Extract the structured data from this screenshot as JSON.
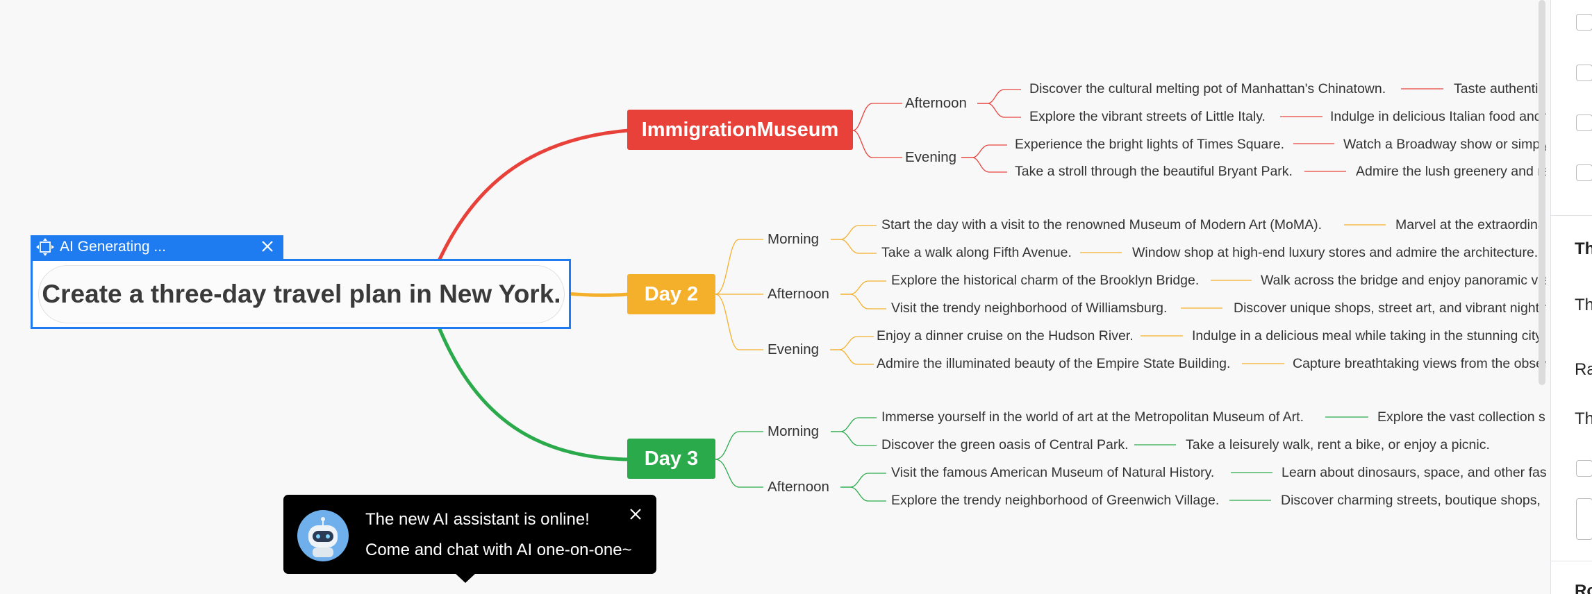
{
  "ai_status": {
    "label": "AI Generating ...",
    "close_glyph": "✕"
  },
  "root": {
    "text": "Create a three-day travel plan in New York."
  },
  "colors": {
    "red": "#e8413a",
    "orange": "#f5b02b",
    "green": "#2aaa4a",
    "blue": "#1e7cf0"
  },
  "branches": [
    {
      "id": "museum",
      "label": "ImmigrationMuseum",
      "color": "#e8413a",
      "sections": [
        {
          "label": "Afternoon",
          "items": [
            {
              "text": "Discover the cultural melting pot of Manhattan's Chinatown.",
              "detail": "Taste authentic"
            },
            {
              "text": "Explore the vibrant streets of Little Italy.",
              "detail": "Indulge in delicious Italian food and v"
            }
          ]
        },
        {
          "label": "Evening",
          "items": [
            {
              "text": "Experience the bright lights of Times Square.",
              "detail": "Watch a Broadway show or simply"
            },
            {
              "text": "Take a stroll through the beautiful Bryant Park.",
              "detail": "Admire the lush greenery and re"
            }
          ]
        }
      ]
    },
    {
      "id": "day2",
      "label": "Day 2",
      "color": "#f5b02b",
      "sections": [
        {
          "label": "Morning",
          "items": [
            {
              "text": "Start the day with a visit to the renowned Museum of Modern Art (MoMA).",
              "detail": "Marvel at the extraordinar"
            },
            {
              "text": "Take a walk along Fifth Avenue.",
              "detail": "Window shop at high-end luxury stores and admire the architecture."
            }
          ]
        },
        {
          "label": "Afternoon",
          "items": [
            {
              "text": "Explore the historical charm of the Brooklyn Bridge.",
              "detail": "Walk across the bridge and enjoy panoramic view"
            },
            {
              "text": "Visit the trendy neighborhood of Williamsburg.",
              "detail": "Discover unique shops, street art, and vibrant nightlif"
            }
          ]
        },
        {
          "label": "Evening",
          "items": [
            {
              "text": "Enjoy a dinner cruise on the Hudson River.",
              "detail": "Indulge in a delicious meal while taking in the stunning city s"
            },
            {
              "text": "Admire the illuminated beauty of the Empire State Building.",
              "detail": "Capture breathtaking views from the obser"
            }
          ]
        }
      ]
    },
    {
      "id": "day3",
      "label": "Day 3",
      "color": "#2aaa4a",
      "sections": [
        {
          "label": "Morning",
          "items": [
            {
              "text": "Immerse yourself in the world of art at the Metropolitan Museum of Art.",
              "detail": "Explore the vast collection sp"
            },
            {
              "text": "Discover the green oasis of Central Park.",
              "detail": "Take a leisurely walk, rent a bike, or enjoy a picnic."
            }
          ]
        },
        {
          "label": "Afternoon",
          "items": [
            {
              "text": "Visit the famous American Museum of Natural History.",
              "detail": "Learn about dinosaurs, space, and other fasc"
            },
            {
              "text": "Explore the trendy neighborhood of Greenwich Village.",
              "detail": "Discover charming streets, boutique shops,"
            }
          ]
        }
      ]
    }
  ],
  "tooltip": {
    "line1": "The new AI assistant is online!",
    "line2": "Come and chat with AI one-on-one~",
    "close_glyph": "✕"
  },
  "right_panel": {
    "heading": "Th",
    "lines": [
      "Th",
      "Ra",
      "Th"
    ],
    "bottom_heading": "Ro"
  }
}
